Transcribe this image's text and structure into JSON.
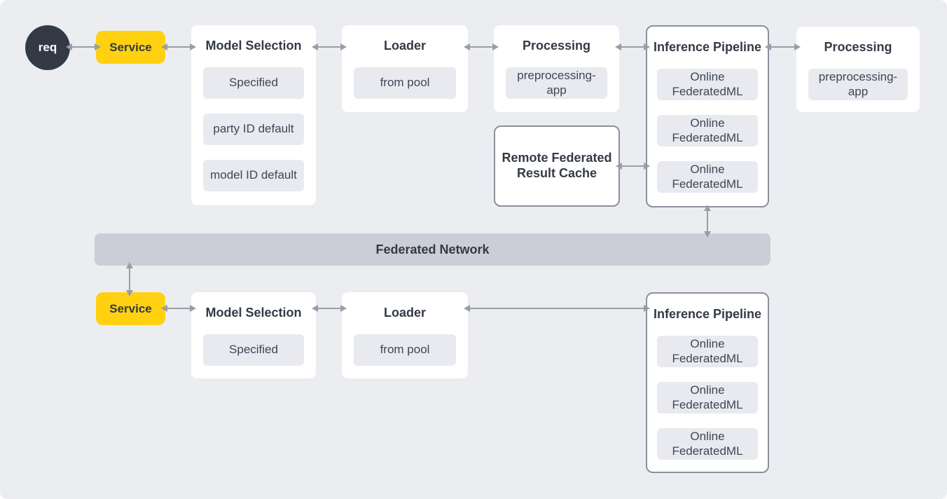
{
  "colors": {
    "canvas_background": "#ECEDF1",
    "card_background": "#FFFFFF",
    "item_background": "#E9EAEF",
    "network_bar": "#CBCED6",
    "accent_yellow": "#FFD110",
    "dark_text": "#333A46",
    "arrow_gray": "#989DA7",
    "outline_gray": "#8A909B"
  },
  "nodes": {
    "req": {
      "label": "req"
    },
    "service_top": {
      "label": "Service"
    },
    "model_selection_top": {
      "title": "Model Selection",
      "items": [
        "Specified",
        "party ID default",
        "model ID default"
      ]
    },
    "loader_top": {
      "title": "Loader",
      "items": [
        "from pool"
      ]
    },
    "processing_top": {
      "title": "Processing",
      "items": [
        "preprocessing-app"
      ]
    },
    "inference_pipeline_top": {
      "title": "Inference Pipeline",
      "items": [
        "Online FederatedML",
        "Online FederatedML",
        "Online FederatedML"
      ]
    },
    "processing_right": {
      "title": "Processing",
      "items": [
        "preprocessing-app"
      ]
    },
    "result_cache": {
      "title": "Remote Federated Result Cache"
    },
    "federated_network": {
      "label": "Federated Network"
    },
    "service_bottom": {
      "label": "Service"
    },
    "model_selection_bottom": {
      "title": "Model Selection",
      "items": [
        "Specified"
      ]
    },
    "loader_bottom": {
      "title": "Loader",
      "items": [
        "from pool"
      ]
    },
    "inference_pipeline_bottom": {
      "title": "Inference Pipeline",
      "items": [
        "Online FederatedML",
        "Online FederatedML",
        "Online FederatedML"
      ]
    }
  }
}
